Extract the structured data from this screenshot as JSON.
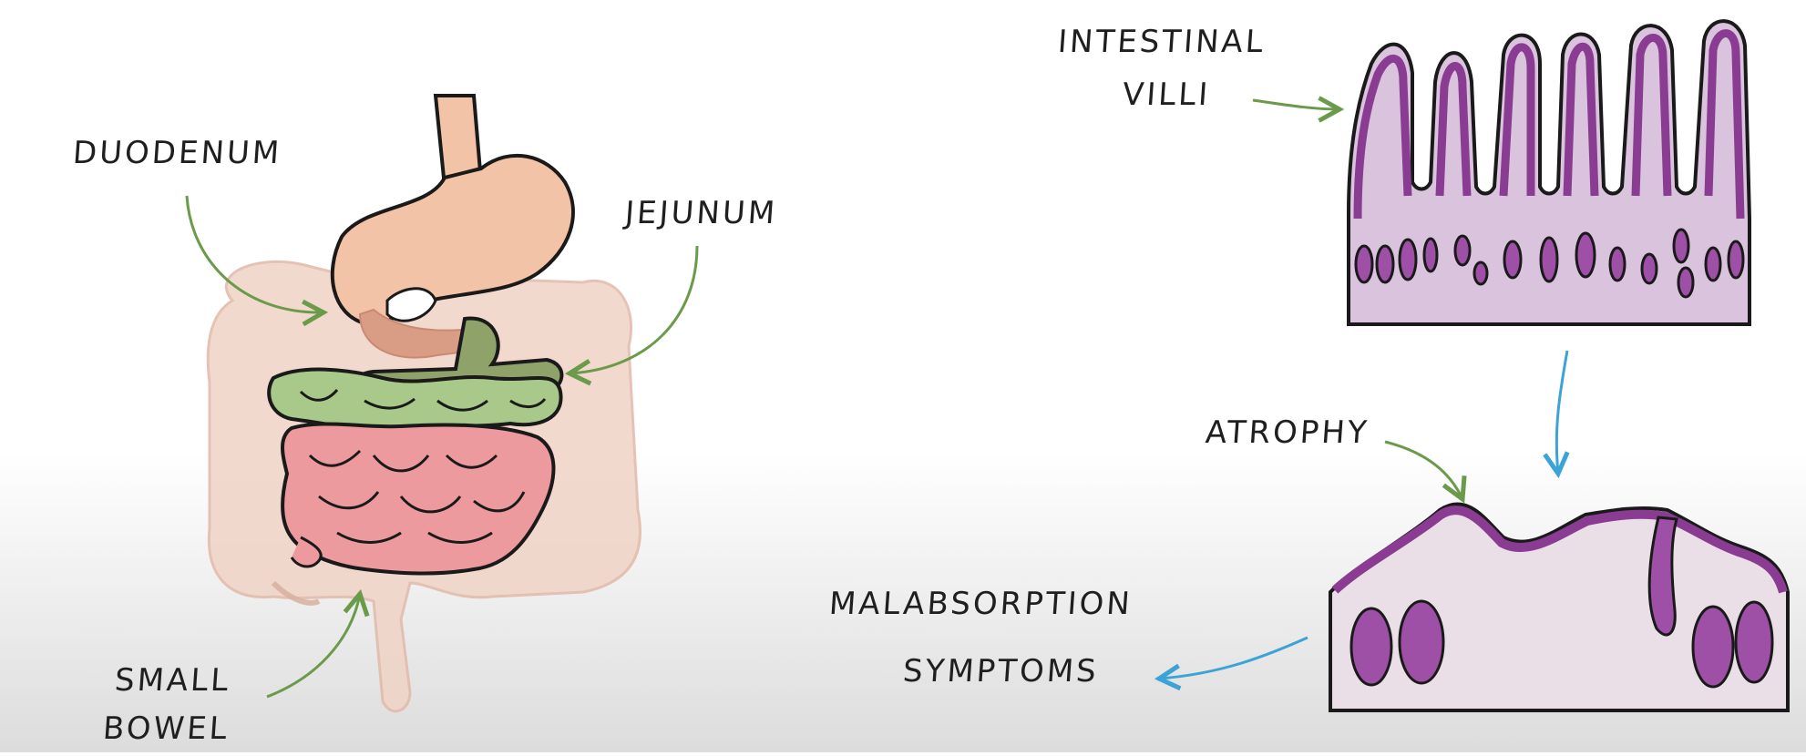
{
  "labels": {
    "duodenum": "DUODENUM",
    "jejunum": "JEJUNUM",
    "small_bowel_1": "SMALL",
    "small_bowel_2": "BOWEL",
    "intestinal_villi_1": "INTESTINAL",
    "intestinal_villi_2": "VILLI",
    "atrophy": "ATROPHY",
    "malabsorption_1": "MALABSORPTION",
    "malabsorption_2": "SYMPTOMS"
  },
  "colors": {
    "outline": "#1a1a1a",
    "green_arrow": "#6a9a4a",
    "blue_arrow": "#3ba3d6",
    "stomach": "#f2c3a6",
    "duodenum": "#d99c84",
    "jejunum_dark": "#8fa26a",
    "jejunum_light": "#a9c98a",
    "ileum": "#ec9a9e",
    "colon": "#f0d3c6",
    "villi_tissue": "#d9c3dd",
    "villi_border": "#8a3c93",
    "cell": "#9e4fa6",
    "atrophy_tissue": "#eadfe6"
  }
}
